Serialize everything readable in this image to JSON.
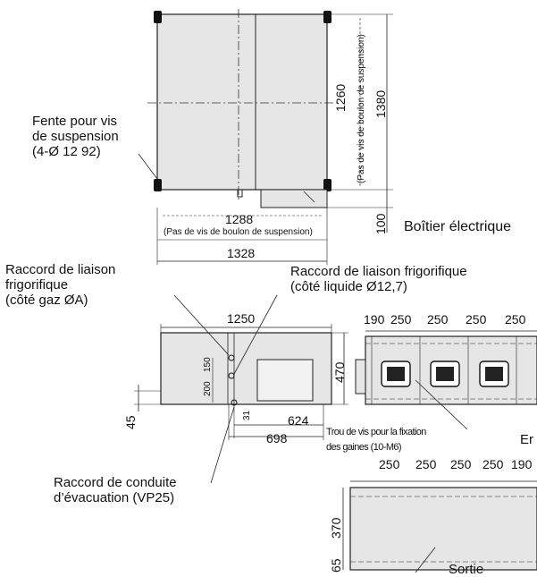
{
  "labels": {
    "hanger_slot": [
      "Fente pour vis",
      "de suspension",
      "(4-Ø 12 92)"
    ],
    "electrical_box": "Boîtier électrique",
    "gas_pipe": [
      "Raccord de liaison",
      "frigorifique",
      "(côté gaz ØA)"
    ],
    "liquid_pipe": [
      "Raccord de liaison frigorifique",
      "(côté liquide Ø12,7)"
    ],
    "drain": [
      "Raccord de conduite",
      "d’évacuation (VP25)"
    ],
    "duct_holes": [
      "Trou de vis pour la fixation",
      "des gaines (10-M6)"
    ],
    "right_cut_1": "Er",
    "right_cut_2": "Sortie"
  },
  "dimensions": {
    "top_width_1288": "1288",
    "top_bolt_pitch": "(Pas de vis de boulon de suspension)",
    "top_total_width": "1328",
    "vert_1260": "1260",
    "vert_bolt_pitch": "(Pas de vis de boulon de suspension)",
    "vert_1380": "1380",
    "vert_100": "100",
    "front_1250": "1250",
    "front_470": "470",
    "front_150": "150",
    "front_200": "200",
    "front_31": "31",
    "front_624": "624",
    "front_698": "698",
    "front_45": "45",
    "side_top": [
      "190",
      "250",
      "250",
      "250",
      "250"
    ],
    "bottom_top": [
      "250",
      "250",
      "250",
      "250",
      "190"
    ],
    "bottom_370": "370",
    "bottom_65": "65"
  }
}
